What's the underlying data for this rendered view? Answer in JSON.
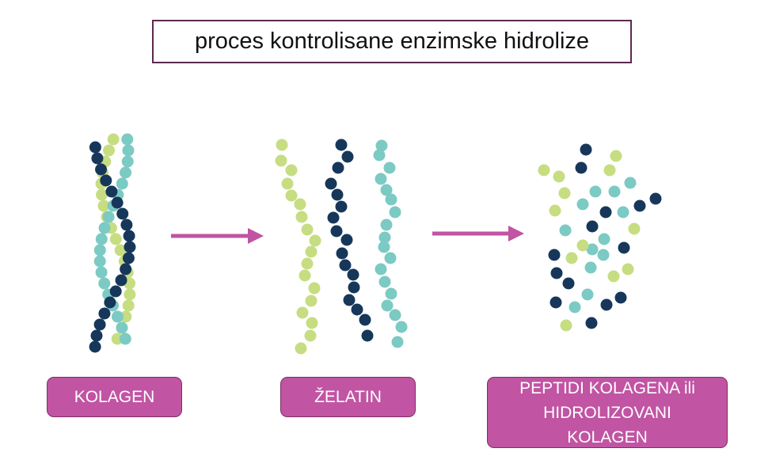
{
  "title": "proces kontrolisane enzimske hidrolize",
  "stages": [
    {
      "label_lines": [
        "KOLAGEN"
      ]
    },
    {
      "label_lines": [
        "ŽELATIN"
      ]
    },
    {
      "label_lines": [
        "PEPTIDI KOLAGENA ili",
        "HIDROLIZOVANI",
        "KOLAGEN"
      ]
    }
  ],
  "colors": {
    "arrow": "#c154a3",
    "label_fill": "#c154a3",
    "title_border": "#5b2a4f",
    "bead_navy": "#17375a",
    "bead_teal": "#7ccac4",
    "bead_lime": "#c7dd81"
  }
}
